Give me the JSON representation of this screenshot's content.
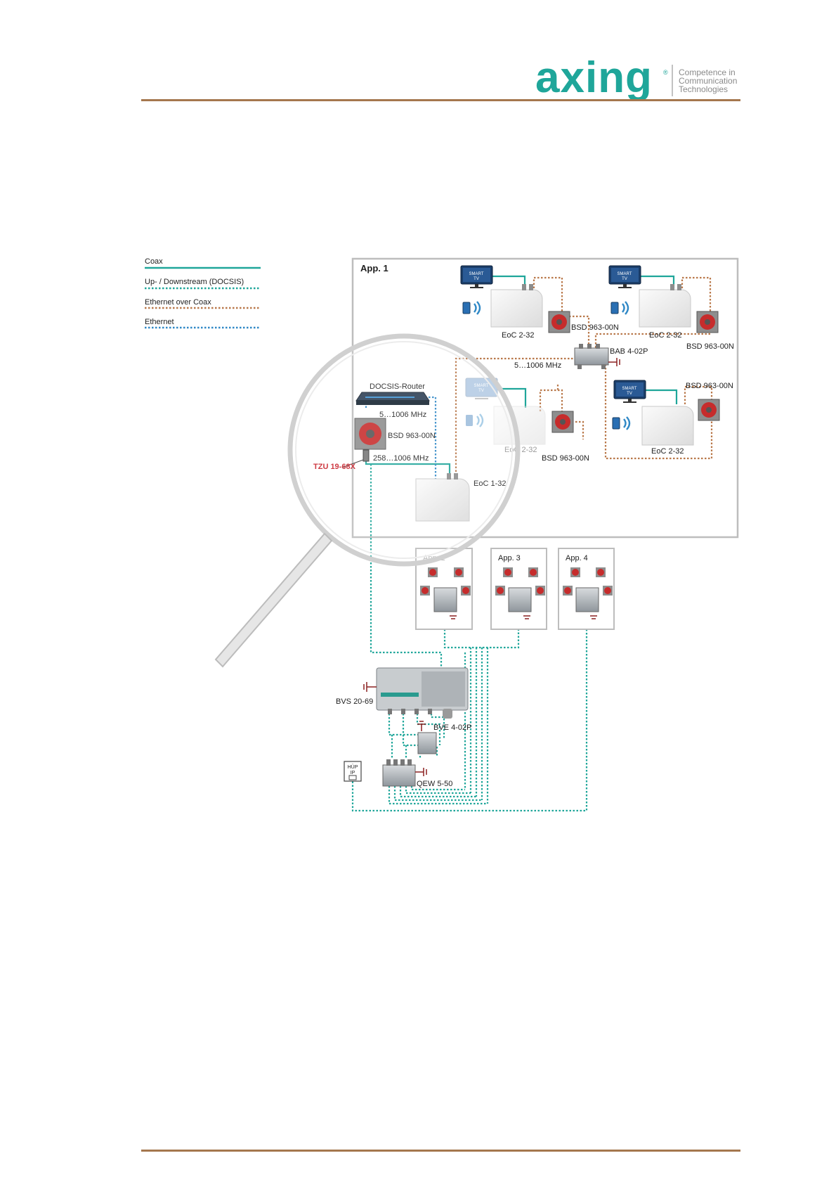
{
  "header": {
    "brand": "axing",
    "registered": "®",
    "tagline": [
      "Competence in",
      "Communication",
      "Technologies"
    ],
    "colors": {
      "brand": "#1fa69a",
      "rule": "#a5774e"
    }
  },
  "legend": [
    {
      "label": "Coax",
      "style": "solid",
      "color": "#1fa69a"
    },
    {
      "label": "Up- / Downstream (DOCSIS)",
      "style": "dotted",
      "color": "#2f88c6"
    },
    {
      "label": "Ethernet over Coax",
      "style": "dotted",
      "color": "#b9784a"
    },
    {
      "label": "Ethernet",
      "style": "dotted",
      "color": "#2f88c6"
    }
  ],
  "apartment1": {
    "title": "App. 1",
    "router": "DOCSIS-Router",
    "freq_down": "5…1006 MHz",
    "freq_coax": "258…1006 MHz",
    "filter": "TZU 19-68X",
    "eoc_master": "EoC 1-32",
    "splitter": "BAB 4-02P",
    "splitter_freq": "5…1006 MHz",
    "socket": "BSD 963-00N",
    "eoc_client": "EoC 2-32",
    "eoc_client_dim": "EoC 2-32",
    "tv_label": [
      "SMART",
      "TV"
    ]
  },
  "apartments": [
    "App. 2",
    "App. 3",
    "App. 4"
  ],
  "distribution": {
    "amplifier": "BVS 20-69",
    "splitter": "BVE 4-02P",
    "multiswitch": "QEW 5-50",
    "hup": [
      "HÜP",
      "IP"
    ]
  },
  "colors": {
    "coax": "#1fa69a",
    "docsis": "#2f88c6",
    "eoc": "#b9784a",
    "ethernet": "#2f88c6",
    "filter_label": "#c8202a"
  }
}
